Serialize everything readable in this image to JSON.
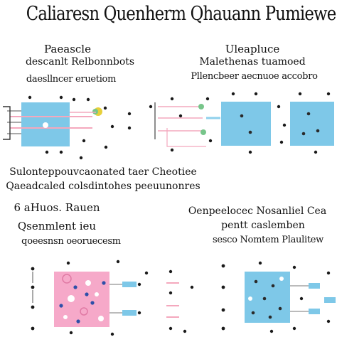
{
  "title": "Caliaresn Quenherm Qhauann Pumiewe",
  "panels": {
    "top_left": {
      "label_1": "Paeascle",
      "label_2": "descanlt Relbonnbots",
      "label_3": "daesllncer eruetiom"
    },
    "top_right": {
      "label_1": "Uleapluce",
      "label_2": "Malethenas tuamoed",
      "label_3": "Pllencbeer aecnuoe accobro"
    },
    "middle": {
      "caption_1": "Sulonteppouvcaonated taer Cheotiee",
      "caption_2": "Qaeadcaled colsdintohes peeuunonres"
    },
    "bottom_left": {
      "label_1": "6 aHuos. Rauen",
      "label_2": "Qsenmlent ieu",
      "label_3": "qoeesnsn oeoruecesm"
    },
    "bottom_right": {
      "label_1": "Oenpeelocec Nosanliel Cea",
      "label_2": "pentt caslemben",
      "label_3": "sesco Nomtem Plaulitew"
    }
  },
  "colors": {
    "blue_box": "#7ec8e8",
    "pink_box": "#f6a9c9",
    "pink_line": "#f4a8bd",
    "green_dot": "#77c58a",
    "yellow_dot": "#e7d03a",
    "dark_dot": "#1a1a1a",
    "connector_blue": "#8fd0ec"
  }
}
